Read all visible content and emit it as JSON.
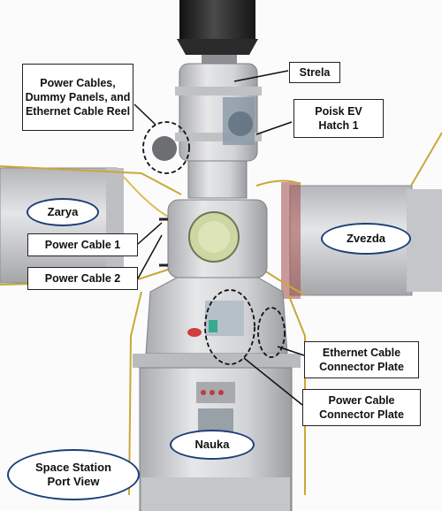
{
  "labels": {
    "power_cables_reel": "Power Cables, Dummy Panels, and Ethernet Cable Reel",
    "strela": "Strela",
    "poisk": "Poisk EV Hatch 1",
    "power_cable_1": "Power Cable 1",
    "power_cable_2": "Power Cable 2",
    "ethernet_plate": "Ethernet Cable Connector Plate",
    "power_plate": "Power Cable Connector Plate"
  },
  "ovals": {
    "zarya": "Zarya",
    "zvezda": "Zvezda",
    "nauka": "Nauka",
    "port_view": "Space Station Port View"
  },
  "colors": {
    "label_border": "#222222",
    "oval_border": "#1f3f78",
    "cable": "#c9a83a",
    "module_gray": "#c7c9cc"
  }
}
